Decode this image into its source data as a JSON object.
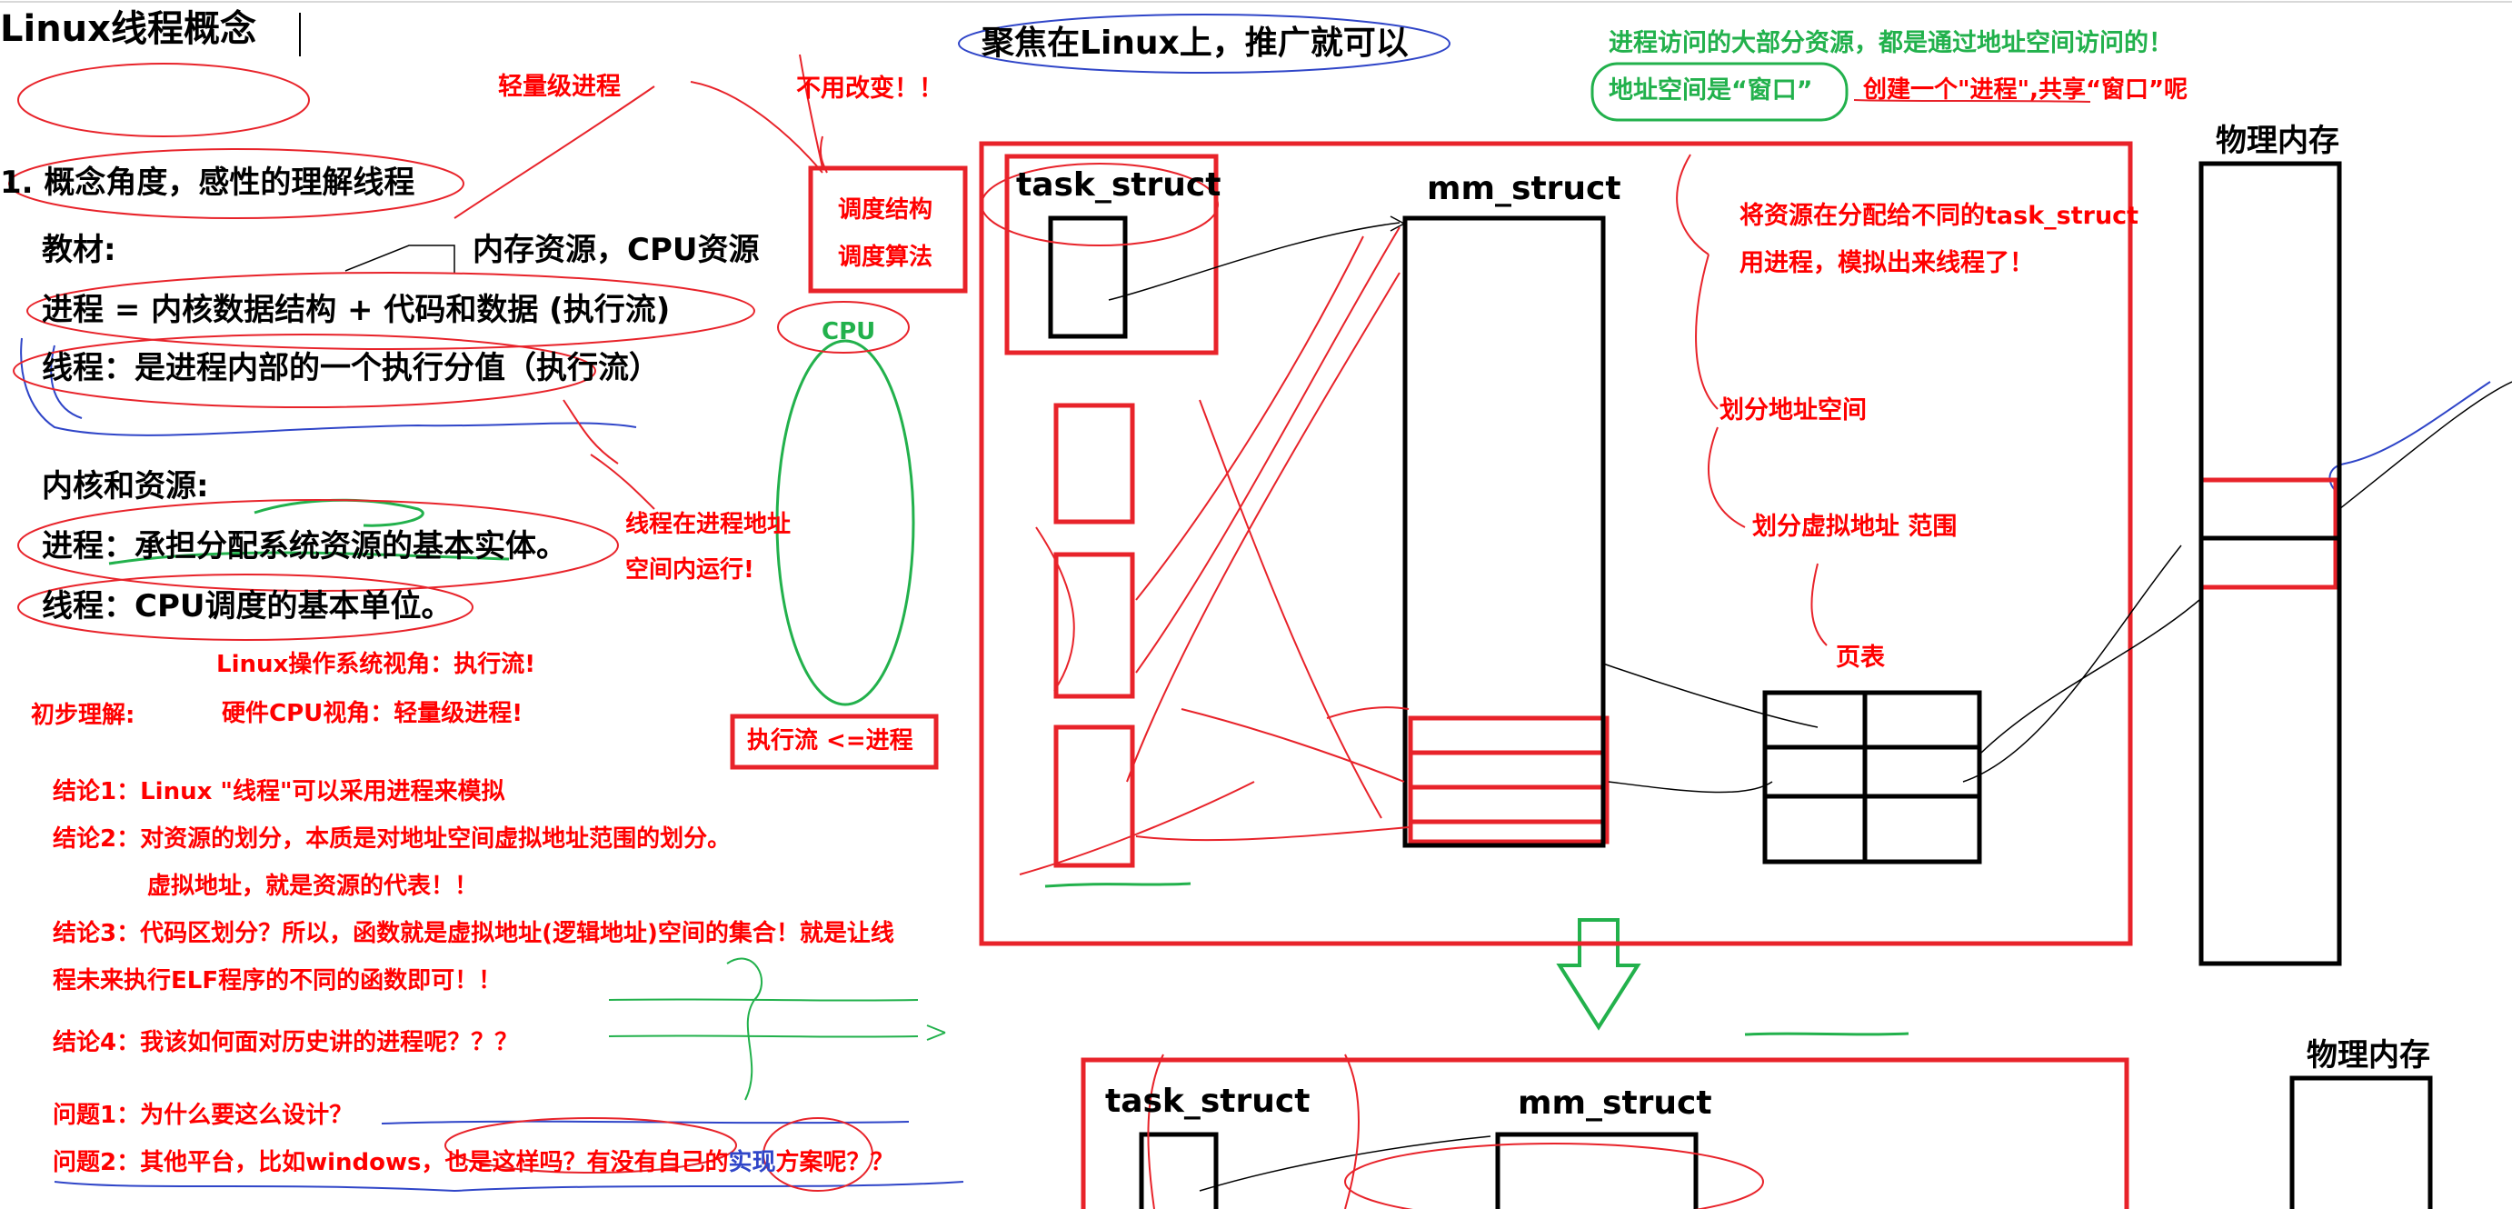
{
  "title": "Linux线程概念",
  "top_center": "聚焦在Linux上，推广就可以",
  "green_top_1": "进程访问的大部分资源，都是通过地址空间访问的！",
  "green_top_2": "地址空间是“窗口”",
  "red_top_share": "创建一个\"进程\",共享“窗口”呢",
  "lightweight_process": "轻量级进程",
  "no_change": "不用改变！！",
  "concept_heading": "1. 概念角度，感性的理解线程",
  "textbook": "教材:",
  "mem_cpu": "内存资源，CPU资源",
  "process_def": "进程 = 内核数据结构 + 代码和数据 (执行流)",
  "thread_def": "线程：是进程内部的一个执行分值（执行流）",
  "kernel_resources": "内核和资源:",
  "process_entity": "进程：承担分配系统资源的基本实体。",
  "thread_unit": "线程：CPU调度的基本单位。",
  "linux_view": "Linux操作系统视角：执行流!",
  "initial_understanding": "初步理解:",
  "hardware_view": "硬件CPU视角：轻量级进程!",
  "sched_struct": "调度结构",
  "sched_algo": "调度算法",
  "cpu": "CPU",
  "thread_runs_1": "线程在进程地址",
  "thread_runs_2": "空间内运行!",
  "exec_flow": "执行流 <=进程",
  "conclusions": [
    "结论1：Linux \"线程\"可以采用进程来模拟",
    "结论2：对资源的划分，本质是对地址空间虚拟地址范围的划分。",
    "虚拟地址，就是资源的代表！！",
    "结论3：代码区划分？所以，函数就是虚拟地址(逻辑地址)空间的集合！就是让线",
    "程未来执行ELF程序的不同的函数即可！！",
    "结论4：我该如何面对历史讲的进程呢？？？"
  ],
  "questions": [
    "问题1：为什么要这么设计？",
    "问题2：其他平台，比如windows，也是这样吗？有没有自己的",
    "实现",
    "方案呢？？"
  ],
  "task_struct": "task_struct",
  "mm_struct": "mm_struct",
  "physical_memory": "物理内存",
  "assign_resources_1": "将资源在分配给不同的task_struct",
  "assign_resources_2": "用进程，模拟出来线程了！",
  "divide_address_space": "划分地址空间",
  "divide_virtual_range": "划分虚拟地址 范围",
  "page_table": "页表",
  "colors": {
    "red": "#ff0000",
    "green": "#22b14c",
    "blue": "#2f45c8",
    "black": "#000000"
  }
}
